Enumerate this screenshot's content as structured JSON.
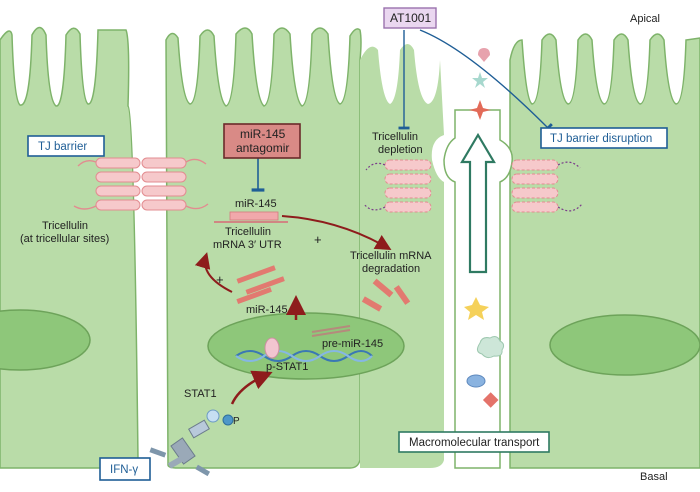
{
  "labels": {
    "apical": "Apical",
    "basal": "Basal",
    "at1001": "AT1001",
    "tj_barrier": "TJ barrier",
    "tj_barrier_disruption": "TJ barrier disruption",
    "mir145_antagomir_line1": "miR-145",
    "mir145_antagomir_line2": "antagomir",
    "tricellulin_depletion_line1": "Tricellulin",
    "tricellulin_depletion_line2": "depletion",
    "mir145_top": "miR-145",
    "tricellulin_mrna_line1": "Tricellulin",
    "tricellulin_mrna_line2": "mRNA 3′ UTR",
    "tricellulin_sites_line1": "Tricellulin",
    "tricellulin_sites_line2": "(at tricellular sites)",
    "degradation_line1": "Tricellulin mRNA",
    "degradation_line2": "degradation",
    "mir145_lower": "miR-145",
    "pre_mir145": "pre-miR-145",
    "p_stat1": "p-STAT1",
    "stat1": "STAT1",
    "phospho": "P",
    "ifn_gamma": "IFN-γ",
    "macromolecular_transport": "Macromolecular transport",
    "plus_1": "+",
    "plus_2": "+"
  },
  "colors": {
    "cell_fill": "#b9dca8",
    "cell_stroke": "#7eb36a",
    "nucleus_fill": "#8ec77a",
    "tj_fill": "#f6c9cb",
    "tj_stroke": "#e28c90",
    "arrow_red": "#8e1c1c",
    "box_blue": "#1f5e96",
    "antagomir_fill": "#d98a86",
    "at1001_fill": "#ead7f0",
    "transport_stroke": "#2f7a62"
  }
}
